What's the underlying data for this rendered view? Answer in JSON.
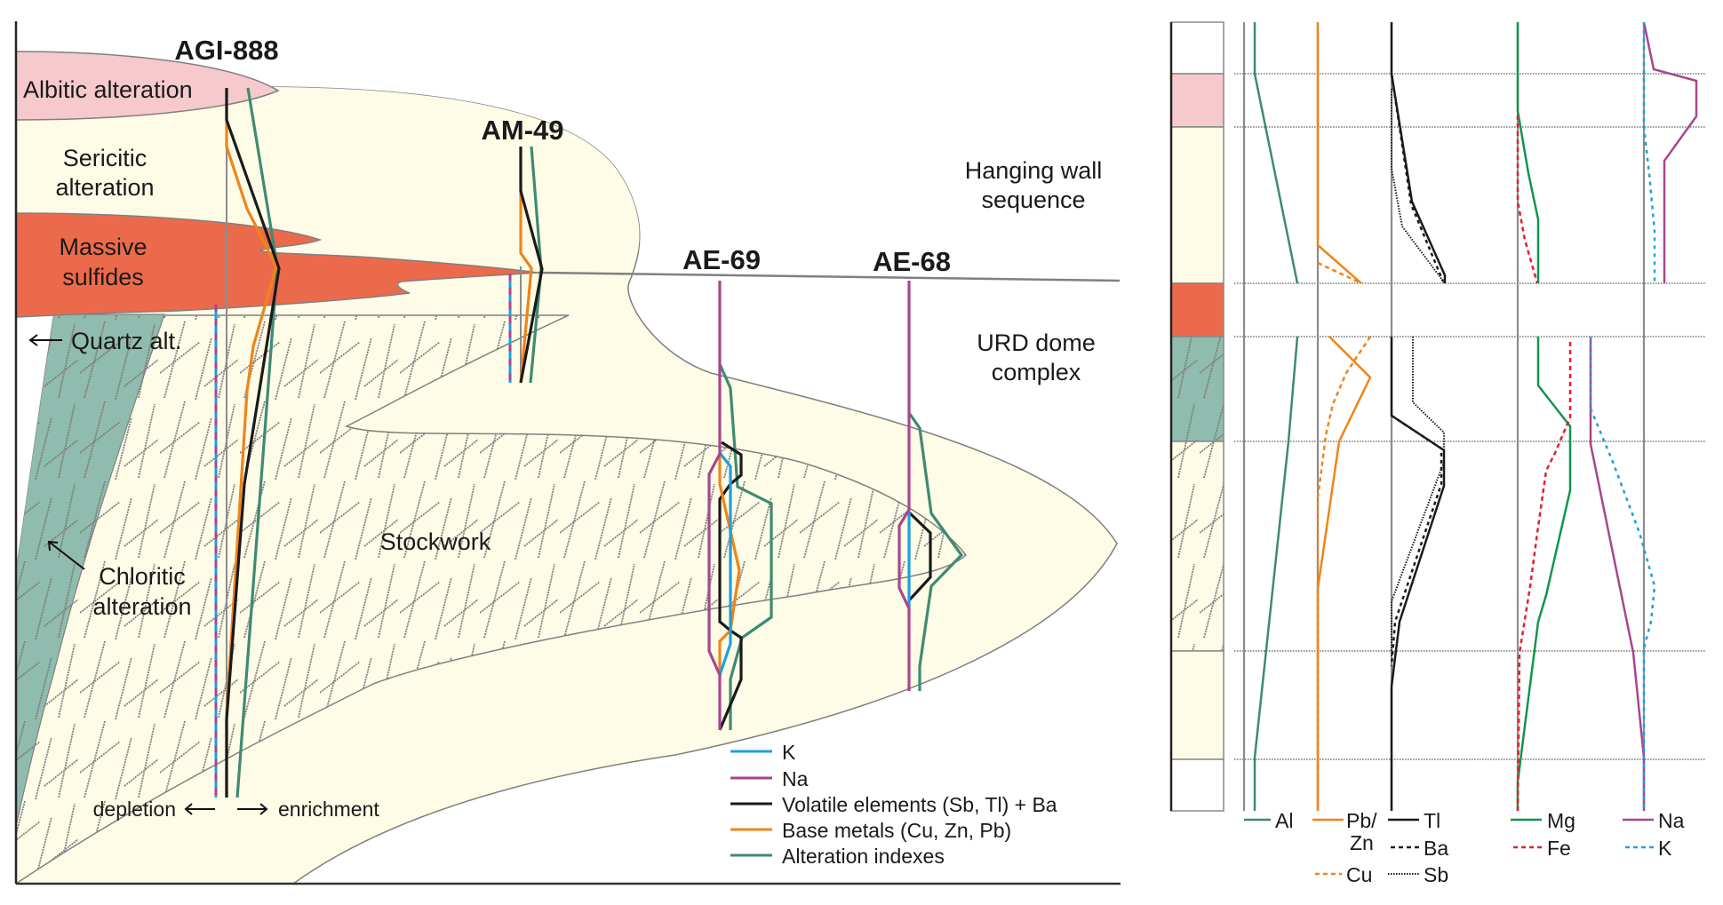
{
  "colors": {
    "albitic": "#f6c9cd",
    "cream": "#fefbe6",
    "massive_sulfide": "#ec6a4c",
    "chlorite": "#8fbcae",
    "outline": "#808080",
    "hatch": "#9a9a9a",
    "K": "#1aa1df",
    "Na": "#a8468d",
    "volatile": "#1a1a1a",
    "base_metals": "#f08419",
    "alteration": "#3e8a74",
    "Mg": "#10964a",
    "Fe": "#e4202a",
    "axis": "#8c8c8c"
  },
  "section": {
    "drill_holes": [
      "AGI-888",
      "AM-49",
      "AE-69",
      "AE-68"
    ],
    "zones": {
      "albitic": "Albitic alteration",
      "sericitic_1": "Sericitic",
      "sericitic_2": "alteration",
      "massive_1": "Massive",
      "massive_2": "sulfides",
      "quartz": "Quartz alt.",
      "chloritic_1": "Chloritic",
      "chloritic_2": "alteration",
      "stockwork": "Stockwork",
      "hanging_1": "Hanging wall",
      "hanging_2": "sequence",
      "urd_1": "URD dome",
      "urd_2": "complex"
    },
    "direction": {
      "depletion": "depletion",
      "enrichment": "enrichment"
    },
    "legend": [
      {
        "key": "K",
        "label": "K"
      },
      {
        "key": "Na",
        "label": "Na"
      },
      {
        "key": "volatile",
        "label": "Volatile elements (Sb, Tl) + Ba"
      },
      {
        "key": "base_metals",
        "label": "Base metals (Cu, Zn, Pb)"
      },
      {
        "key": "alteration",
        "label": "Alteration indexes"
      }
    ]
  },
  "profile_legend": {
    "al": "Al",
    "pbzn_1": "Pb/",
    "pbzn_2": "Zn",
    "cu": "Cu",
    "tl": "Tl",
    "ba": "Ba",
    "sb": "Sb",
    "mg": "Mg",
    "fe": "Fe",
    "na": "Na",
    "k": "K"
  }
}
